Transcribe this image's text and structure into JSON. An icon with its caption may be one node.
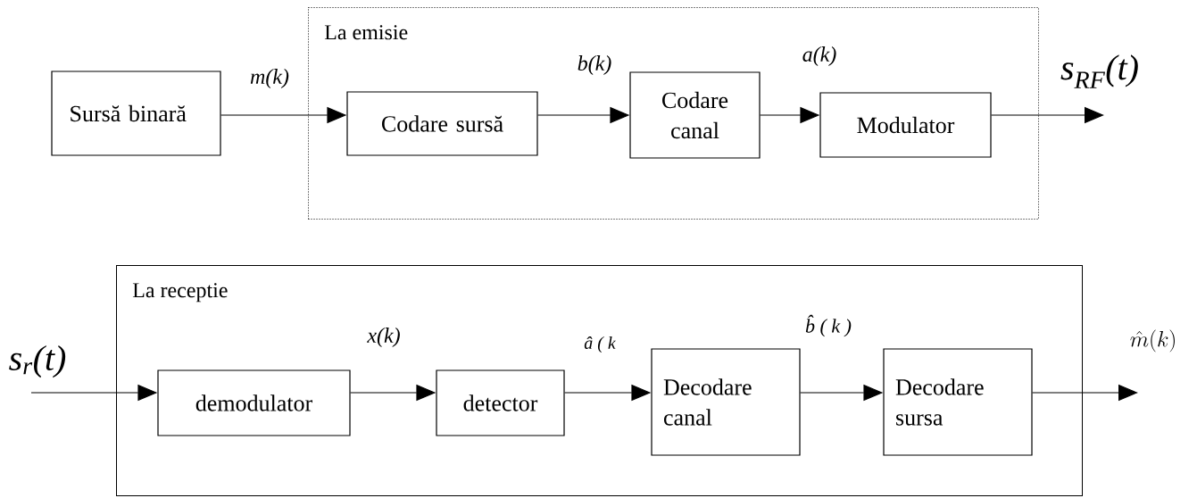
{
  "diagram": {
    "nodes": [
      {
        "text": [
          "La emisie"
        ]
      },
      {
        "text": [
          "Sursă binară"
        ]
      },
      {
        "text": [
          "Codare sursă"
        ],
        "in": 0
      },
      {
        "text": [
          "Codare canal"
        ],
        "in": 0
      },
      {
        "text": [
          "Modulator"
        ],
        "in": 0
      },
      {
        "text": [
          "La receptie"
        ]
      },
      {
        "text": [
          "demodulator"
        ],
        "in": 5
      },
      {
        "text": [
          "detector"
        ],
        "in": 5
      },
      {
        "text": [
          "Decodare canal"
        ],
        "in": 5
      },
      {
        "text": [
          "Decodare sursa"
        ],
        "in": 5
      }
    ],
    "edges": [
      {
        "from": 1,
        "to": 2,
        "arrow": "to",
        "label": "m(k)"
      },
      {
        "from": 2,
        "to": 3,
        "arrow": "to",
        "label": "b(k)"
      },
      {
        "from": 3,
        "to": 4,
        "arrow": "to",
        "label": "a(k)"
      },
      {
        "from": 4,
        "to": null,
        "arrow": "to",
        "label": "s$_{RF}$(t)"
      },
      {
        "from": null,
        "to": 6,
        "arrow": "to",
        "label": "s$_{r}$(t)"
      },
      {
        "from": 6,
        "to": 7,
        "arrow": "to",
        "label": "x(k)"
      },
      {
        "from": 7,
        "to": 8,
        "arrow": "to",
        "label": "â ( k"
      },
      {
        "from": 8,
        "to": 9,
        "arrow": "to",
        "label": "b̂ ( k )"
      },
      {
        "from": 9,
        "to": null,
        "arrow": "to",
        "label": "\\hat{m}(k)"
      }
    ]
  }
}
